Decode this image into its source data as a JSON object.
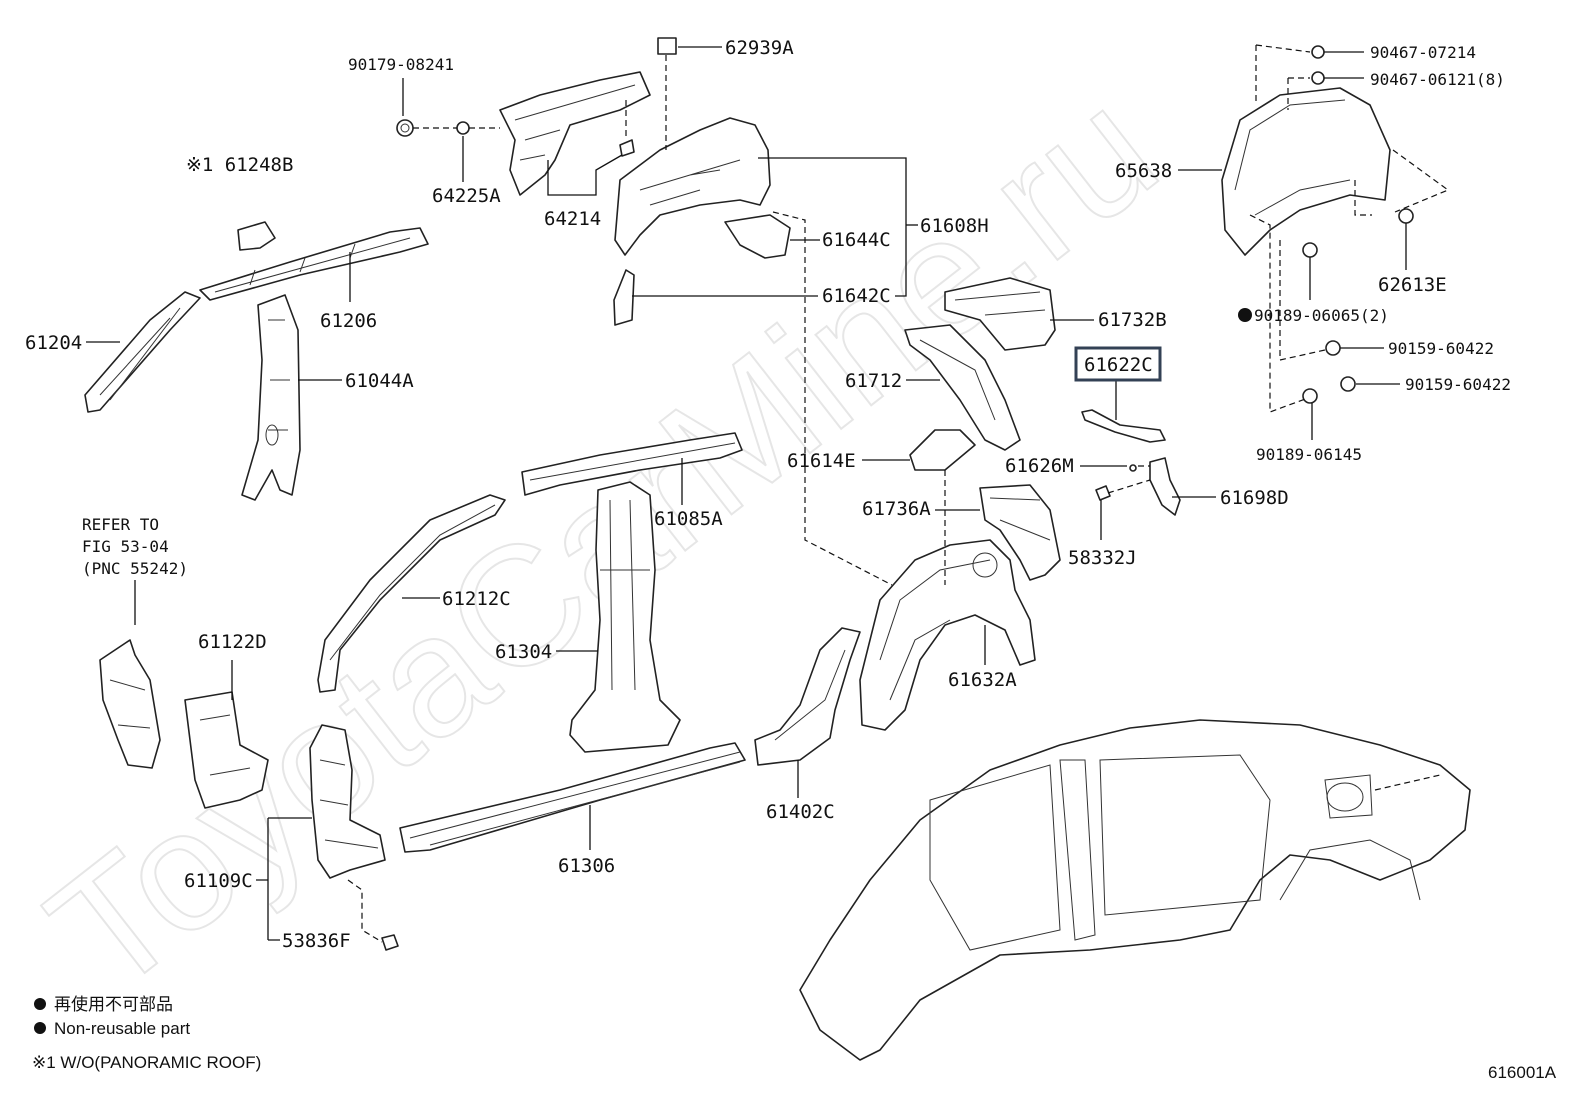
{
  "watermark": "ToyotaCarMine.ru",
  "figure_id": "616001A",
  "legend": {
    "jp": "再使用不可部品",
    "en": "Non-reusable part",
    "note": "※1 W/O(PANORAMIC ROOF)"
  },
  "refer": {
    "line1": "REFER TO",
    "line2": "FIG 53-04",
    "line3": "(PNC 55242)"
  },
  "labels": {
    "p90179": "90179-08241",
    "p62939A": "62939A",
    "p61248B": "※1 61248B",
    "p64225A": "64225A",
    "p64214": "64214",
    "p61206": "61206",
    "p61204": "61204",
    "p61044A": "61044A",
    "p61644C": "61644C",
    "p61608H": "61608H",
    "p61642C": "61642C",
    "p90467a": "90467-07214",
    "p90467b": "90467-06121(8)",
    "p65638": "65638",
    "p62613E": "62613E",
    "p90189a": "90189-06065(2)",
    "p90159a": "90159-60422",
    "p90159b": "90159-60422",
    "p90189b": "90189-06145",
    "p61732B": "61732B",
    "p61622C": "61622C",
    "p61712": "61712",
    "p61614E": "61614E",
    "p61626M": "61626M",
    "p61698D": "61698D",
    "p61736A": "61736A",
    "p58332J": "58332J",
    "p61085A": "61085A",
    "p61212C": "61212C",
    "p61304": "61304",
    "p61632A": "61632A",
    "p61122D": "61122D",
    "p61402C": "61402C",
    "p61306": "61306",
    "p61109C": "61109C",
    "p53836F": "53836F"
  },
  "highlight_part": "61622C",
  "colors": {
    "ink": "#111111",
    "highlight_border": "#334155",
    "watermark": "#e6e6e6"
  }
}
